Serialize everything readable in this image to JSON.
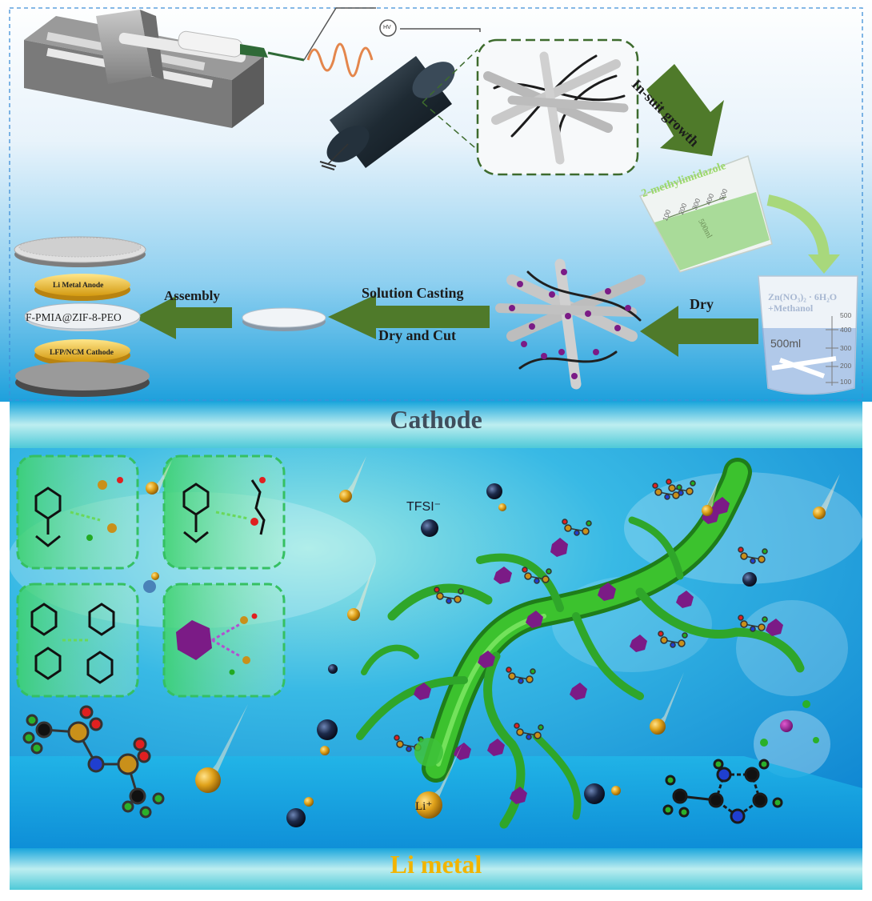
{
  "labels": {
    "cathode": "Cathode",
    "li_metal": "Li metal",
    "assembly": "Assembly",
    "solution_casting": "Solution Casting",
    "dry_and_cut": "Dry and Cut",
    "dry": "Dry",
    "in_suit_growth": "In-suit growth",
    "reagent_2mim": "2-methylimidazole",
    "anode_layer": "Li Metal Anode",
    "electrolyte_film": "F-PMIA@ZIF-8-PEO",
    "cathode_layer": "LFP/NCM Cathode",
    "zn_salt": "Zn(NO₃)₂ · 6H₂O",
    "methanol": "+Methanol",
    "beaker_small_volume": "500ml",
    "beaker_large_volume": "500ml",
    "tfsi": "TFSI⁻",
    "li_ion": "Li⁺",
    "hv": "HV"
  },
  "beaker_small_ticks": [
    "100",
    "200",
    "300",
    "400",
    "500"
  ],
  "beaker_large_ticks": [
    "500",
    "400",
    "300",
    "200",
    "100"
  ],
  "colors": {
    "arrow_green": "#4f7a2a",
    "fiber_green": "#2e9e24",
    "zif_purple": "#7b1b86",
    "li_gold": "#d79a14",
    "anion_navy": "#1c2a4a",
    "cathode_text": "#3f4e5c",
    "li_text": "#f2b400"
  }
}
